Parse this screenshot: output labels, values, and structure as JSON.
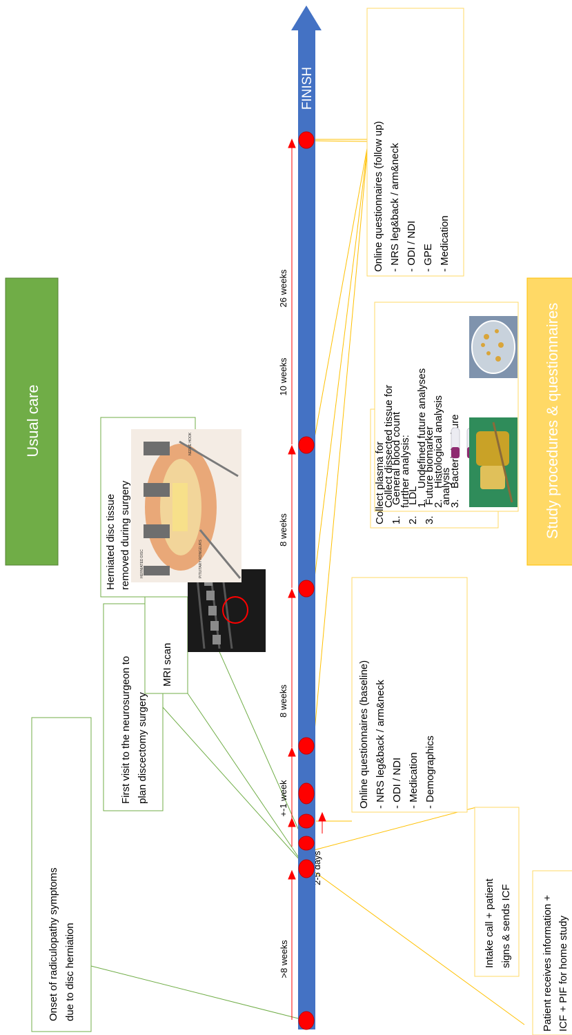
{
  "colors": {
    "axis": "#4472c4",
    "dot": "#ff0000",
    "green_box": "#70ad47",
    "green_border": "#548235",
    "yellow_box": "#ffd966",
    "yellow_border": "#ffc000",
    "arrow": "#ff0000"
  },
  "headers": {
    "usual_care": "Usual care",
    "study": "Study procedures & questionnaires"
  },
  "timeline": {
    "finish": "FINISH",
    "intervals": [
      ">8 weeks",
      "2-5 days",
      "+-1 week",
      "8 weeks",
      "8 weeks",
      "10 weeks",
      "26 weeks"
    ]
  },
  "usual_care_boxes": {
    "onset": [
      "Onset of radiculopathy symptoms",
      "due to disc herniation"
    ],
    "first_visit": [
      "First visit to the neurosurgeon to",
      "plan discectomy surgery"
    ],
    "mri": "MRI scan",
    "herniated": [
      "Herniated disc tissue",
      "removed during surgery"
    ]
  },
  "study_boxes": {
    "patient_info": [
      "Patient receives information +",
      "ICF + PIF for home study"
    ],
    "intake": [
      "Intake call + patient",
      "signs & sends ICF"
    ],
    "baseline": [
      "Online questionnaires (baseline)",
      "- NRS leg&back / arm&neck",
      "- ODI / NDI",
      "- Medication",
      "- Demographics"
    ],
    "plasma": [
      "Collect plasma for",
      "General blood count",
      "LDL",
      "Future biomarker",
      "analysis"
    ],
    "tissue": [
      "Collect dissected tissue for",
      "further analysis:",
      "Undefined future analyses",
      "Histological analysis",
      "Bacterial culture"
    ],
    "followup": [
      "Online questionnaires (follow up)",
      "- NRS leg&back / arm&neck",
      "- ODI / NDI",
      "- GPE",
      "- Medication"
    ]
  },
  "list_markers": [
    "1.",
    "2.",
    "3."
  ],
  "pictures": {
    "mri_labels": [],
    "surgery_labels": [
      "NERVE HOOK",
      "HERNIATED DISC",
      "PITUITARY RONGEURS"
    ]
  }
}
